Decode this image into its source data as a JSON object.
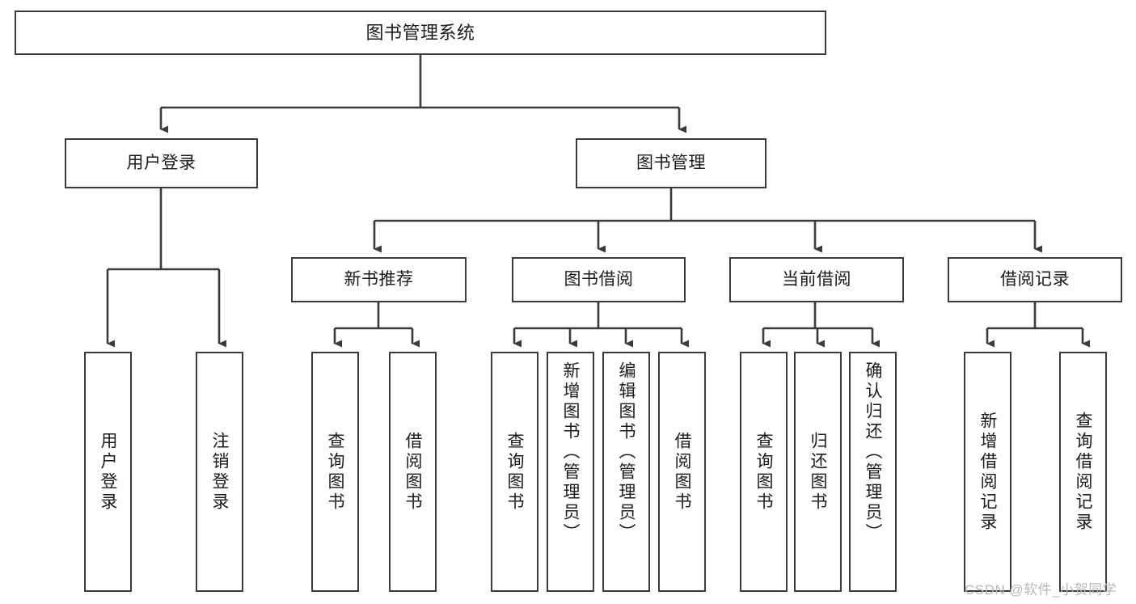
{
  "diagram": {
    "title": "图书管理系统",
    "type": "tree-hierarchy",
    "root": {
      "label": "图书管理系统"
    },
    "level2": [
      {
        "label": "用户登录"
      },
      {
        "label": "图书管理"
      }
    ],
    "level3": [
      {
        "label": "新书推荐",
        "parent": "图书管理"
      },
      {
        "label": "图书借阅",
        "parent": "图书管理"
      },
      {
        "label": "当前借阅",
        "parent": "图书管理"
      },
      {
        "label": "借阅记录",
        "parent": "图书管理"
      }
    ],
    "leaves": [
      {
        "label": "用户登录",
        "parent": "用户登录"
      },
      {
        "label": "注销登录",
        "parent": "用户登录"
      },
      {
        "label": "查询图书",
        "parent": "新书推荐"
      },
      {
        "label": "借阅图书",
        "parent": "新书推荐"
      },
      {
        "label": "查询图书",
        "parent": "图书借阅"
      },
      {
        "label": "新增图书（管理员）",
        "parent": "图书借阅"
      },
      {
        "label": "编辑图书（管理员）",
        "parent": "图书借阅"
      },
      {
        "label": "借阅图书",
        "parent": "图书借阅"
      },
      {
        "label": "查询图书",
        "parent": "当前借阅"
      },
      {
        "label": "归还图书",
        "parent": "当前借阅"
      },
      {
        "label": "确认归还（管理员）",
        "parent": "当前借阅"
      },
      {
        "label": "新增借阅记录",
        "parent": "借阅记录"
      },
      {
        "label": "查询借阅记录",
        "parent": "借阅记录"
      }
    ]
  },
  "watermark": {
    "text": "CSDN @软件_小贺同学"
  },
  "colors": {
    "stroke": "#3a3a3a",
    "background": "#ffffff",
    "text": "#1a1a1a",
    "watermark": "#b8b8b8"
  }
}
